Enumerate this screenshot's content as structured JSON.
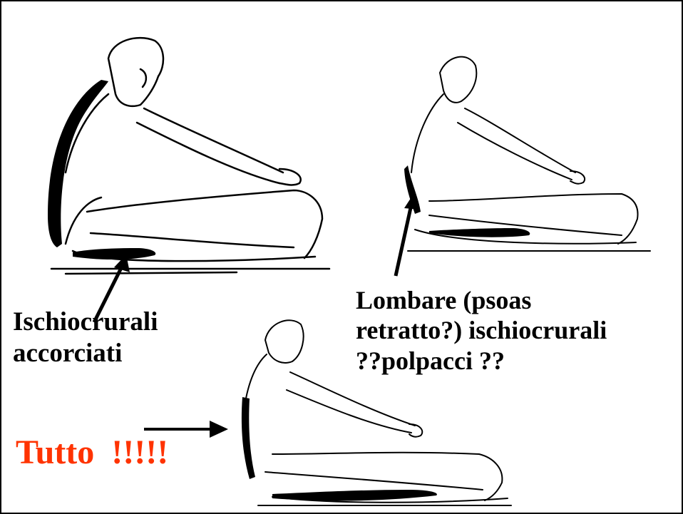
{
  "labels": {
    "ischio": [
      "Ischiocrurali",
      "accorciati"
    ],
    "lombare": [
      "Lombare (psoas",
      "retratto?) ischiocrurali",
      "??polpacci ??"
    ],
    "tutto": "Tutto  !!!!!"
  },
  "colors": {
    "ink": "#000000",
    "accent": "#ff3300"
  }
}
